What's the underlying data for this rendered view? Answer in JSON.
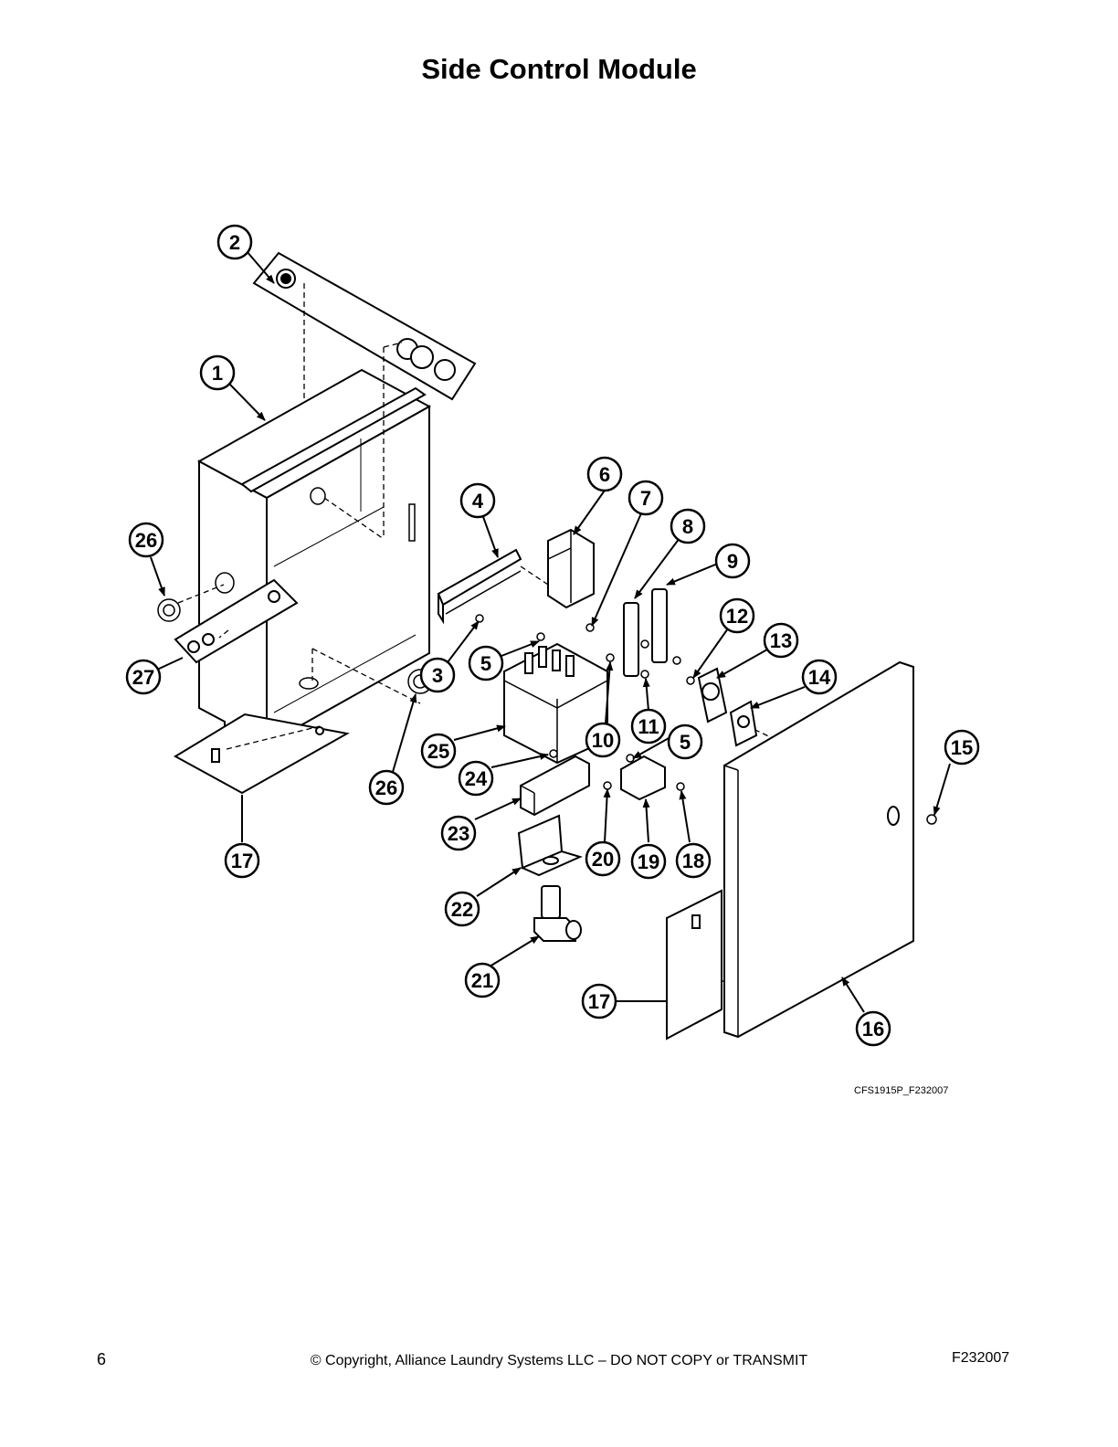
{
  "page": {
    "title": "Side Control Module",
    "figure_id": "CFS1915P_F232007",
    "footer": {
      "page_number": "6",
      "copyright": "© Copyright, Alliance Laundry Systems LLC – DO NOT COPY or TRANSMIT",
      "doc_code": "F232007"
    }
  },
  "callouts": [
    {
      "id": "c1",
      "label": "1"
    },
    {
      "id": "c2",
      "label": "2"
    },
    {
      "id": "c3",
      "label": "3"
    },
    {
      "id": "c4",
      "label": "4"
    },
    {
      "id": "c5a",
      "label": "5"
    },
    {
      "id": "c5b",
      "label": "5"
    },
    {
      "id": "c6",
      "label": "6"
    },
    {
      "id": "c7",
      "label": "7"
    },
    {
      "id": "c8",
      "label": "8"
    },
    {
      "id": "c9",
      "label": "9"
    },
    {
      "id": "c10",
      "label": "10"
    },
    {
      "id": "c11",
      "label": "11"
    },
    {
      "id": "c12",
      "label": "12"
    },
    {
      "id": "c13",
      "label": "13"
    },
    {
      "id": "c14",
      "label": "14"
    },
    {
      "id": "c15",
      "label": "15"
    },
    {
      "id": "c16",
      "label": "16"
    },
    {
      "id": "c17a",
      "label": "17"
    },
    {
      "id": "c17b",
      "label": "17"
    },
    {
      "id": "c18",
      "label": "18"
    },
    {
      "id": "c19",
      "label": "19"
    },
    {
      "id": "c20",
      "label": "20"
    },
    {
      "id": "c21",
      "label": "21"
    },
    {
      "id": "c22",
      "label": "22"
    },
    {
      "id": "c23",
      "label": "23"
    },
    {
      "id": "c24",
      "label": "24"
    },
    {
      "id": "c25",
      "label": "25"
    },
    {
      "id": "c26a",
      "label": "26"
    },
    {
      "id": "c26b",
      "label": "26"
    },
    {
      "id": "c27",
      "label": "27"
    }
  ]
}
